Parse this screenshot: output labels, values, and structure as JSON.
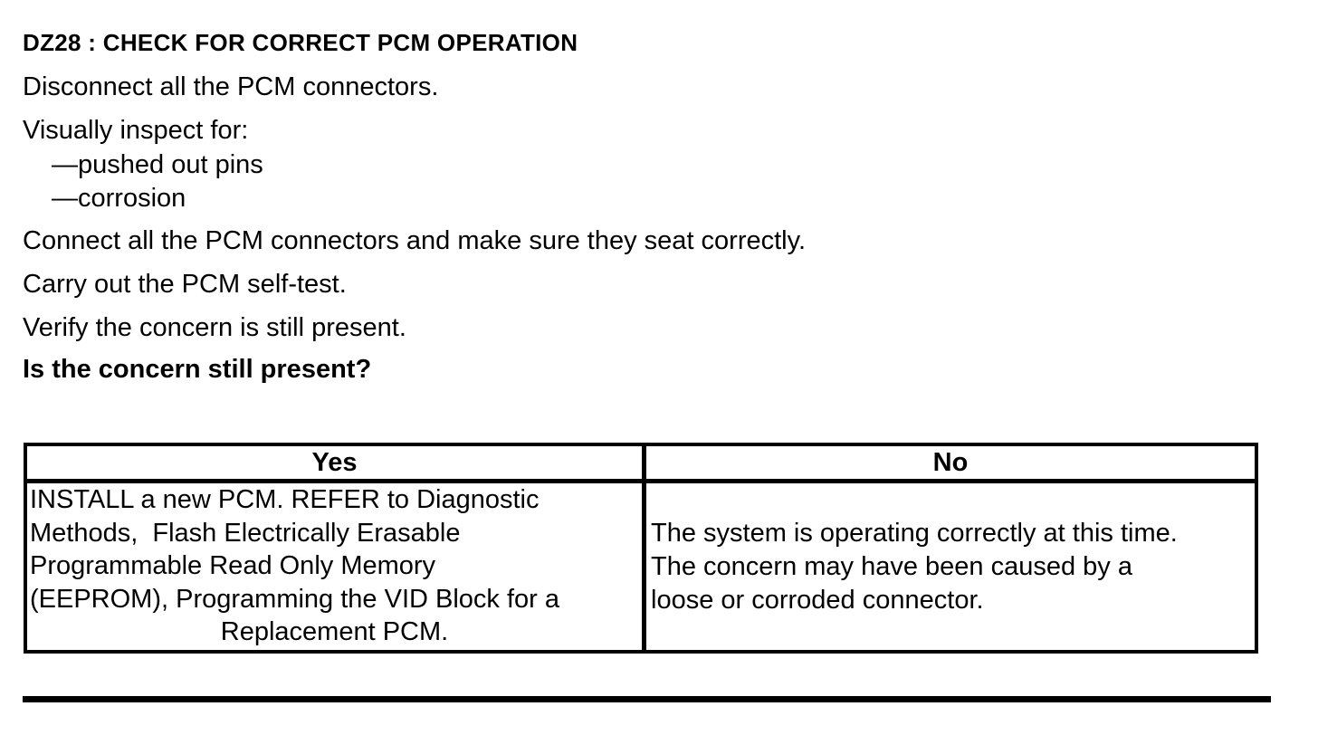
{
  "colors": {
    "text": "#000000",
    "border": "#000000",
    "background": "#ffffff"
  },
  "title": "DZ28 : CHECK FOR CORRECT PCM OPERATION",
  "procedure": {
    "steps": [
      {
        "text": "Disconnect all the PCM connectors."
      },
      {
        "text": "Visually inspect for:"
      },
      {
        "text": "—pushed out pins"
      },
      {
        "text": "—corrosion"
      },
      {
        "text": "Connect all the PCM connectors and make sure they seat correctly."
      },
      {
        "text": "Carry out the PCM self-test."
      },
      {
        "text": "Verify the concern is still present."
      },
      {
        "text": "Is the concern still present?"
      }
    ]
  },
  "result_table": {
    "yes_header": "Yes",
    "no_header": "No",
    "yes_cell": {
      "lines": [
        "INSTALL a new PCM. REFER to Diagnostic",
        "Methods,  Flash Electrically Erasable",
        "Programmable Read Only Memory",
        "(EEPROM), Programming the VID Block for a",
        "Replacement PCM."
      ]
    },
    "no_cell": {
      "lines": [
        "The system is operating correctly at this time.",
        "The concern may have been caused by a",
        "loose or corroded connector."
      ]
    }
  }
}
